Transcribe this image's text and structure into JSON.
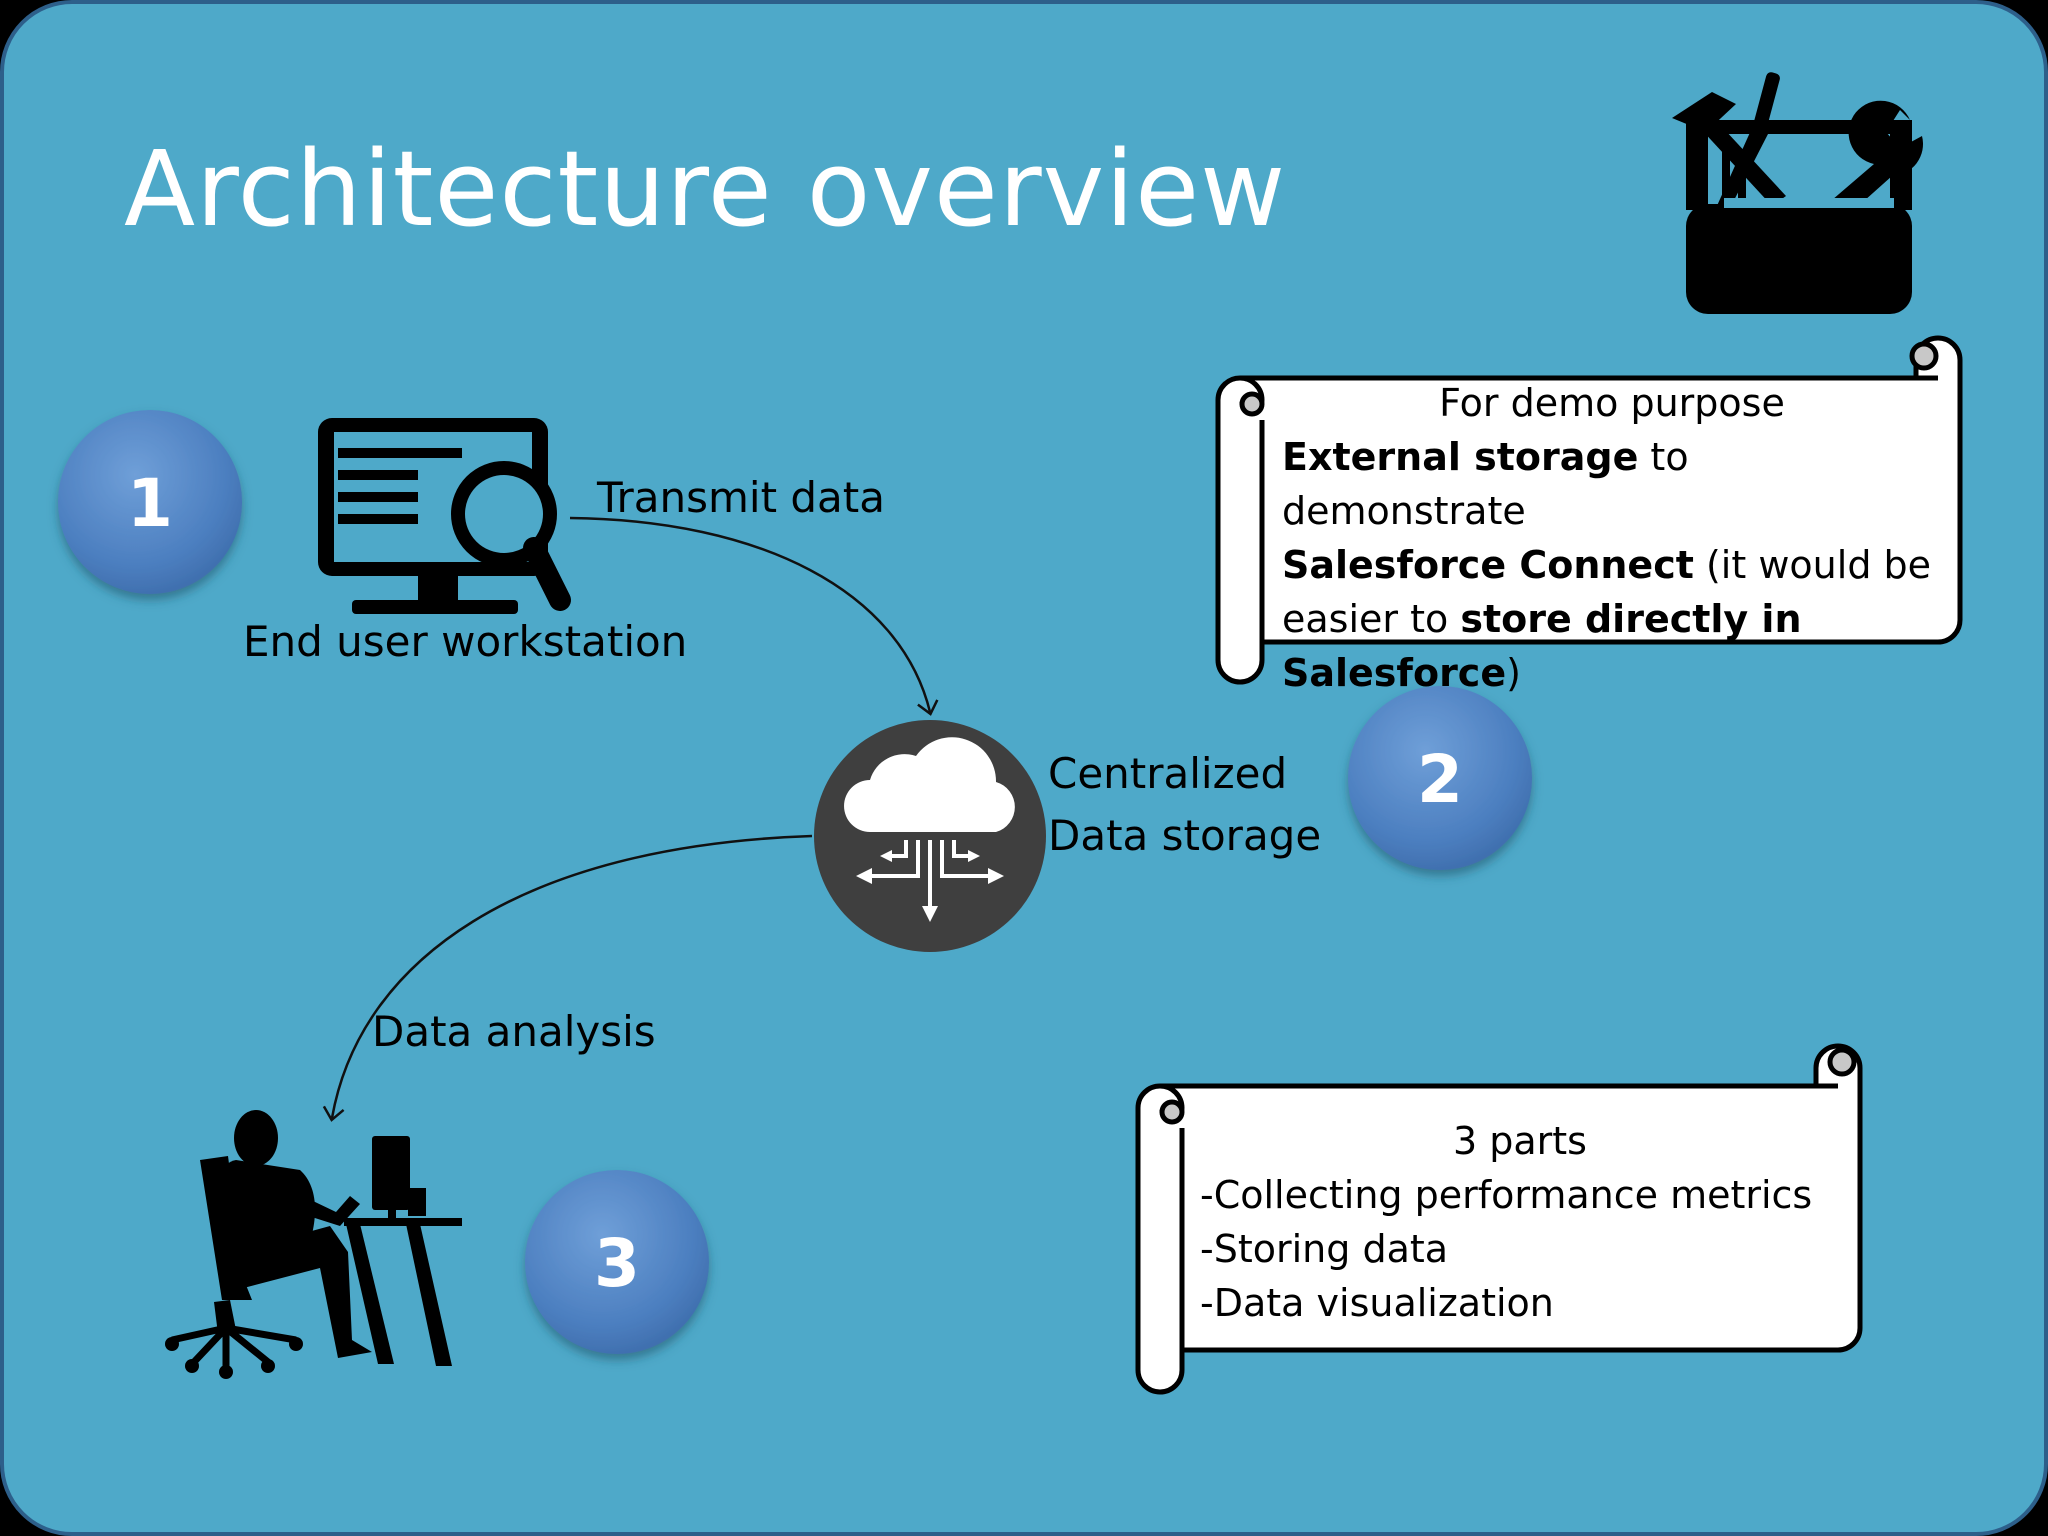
{
  "title": "Architecture overview",
  "steps": [
    "1",
    "2",
    "3"
  ],
  "labels": {
    "transmit": "Transmit data",
    "workstation": "End user workstation",
    "storage_line1": "Centralized",
    "storage_line2": "Data storage",
    "analysis": "Data analysis"
  },
  "note_demo": {
    "heading": "For demo purpose",
    "b1": "External storage",
    "t1": " to demonstrate",
    "b2": "Salesforce Connect",
    "t2": " (it would be",
    "t3": "easier to ",
    "b3": "store directly in",
    "b4": "Salesforce",
    "t4": ")"
  },
  "note_parts": {
    "heading": "3 parts",
    "items": [
      "-Collecting performance metrics",
      "-Storing data",
      "-Data visualization"
    ]
  },
  "colors": {
    "background": "#4ea9c9",
    "bubble": "#4f86c6",
    "cloud_disc": "#3f3f3f"
  },
  "icons": [
    "toolbox-icon",
    "monitor-search-icon",
    "cloud-network-icon",
    "person-at-desk-icon"
  ]
}
